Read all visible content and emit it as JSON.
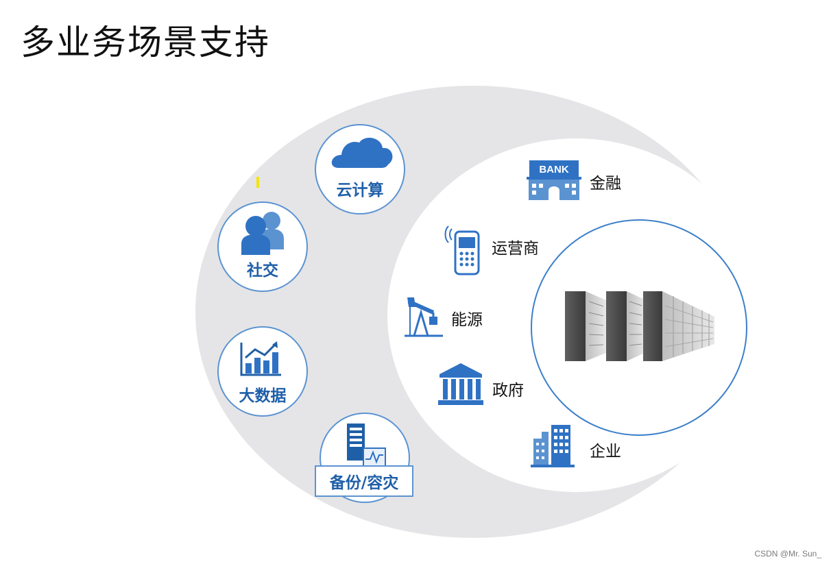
{
  "title": "多业务场景支持",
  "services": [
    {
      "label": "云计算",
      "icon": "cloud-icon"
    },
    {
      "label": "社交",
      "icon": "users-icon"
    },
    {
      "label": "大数据",
      "icon": "chart-icon"
    },
    {
      "label": "备份/容灾",
      "icon": "backup-server-icon"
    }
  ],
  "industries": [
    {
      "label": "金融",
      "icon": "bank-icon",
      "icon_text": "BANK"
    },
    {
      "label": "运营商",
      "icon": "mobile-phone-icon"
    },
    {
      "label": "能源",
      "icon": "oil-pump-icon"
    },
    {
      "label": "政府",
      "icon": "government-building-icon"
    },
    {
      "label": "企业",
      "icon": "office-building-icon"
    }
  ],
  "center_icon": "server-racks-icon",
  "watermark": "CSDN @Mr. Sun_",
  "colors": {
    "accent_blue": "#2f72c4",
    "label_blue": "#1f5fa8",
    "ring_blue": "#3c7fc9",
    "outer_gray": "#e4e4e6"
  }
}
